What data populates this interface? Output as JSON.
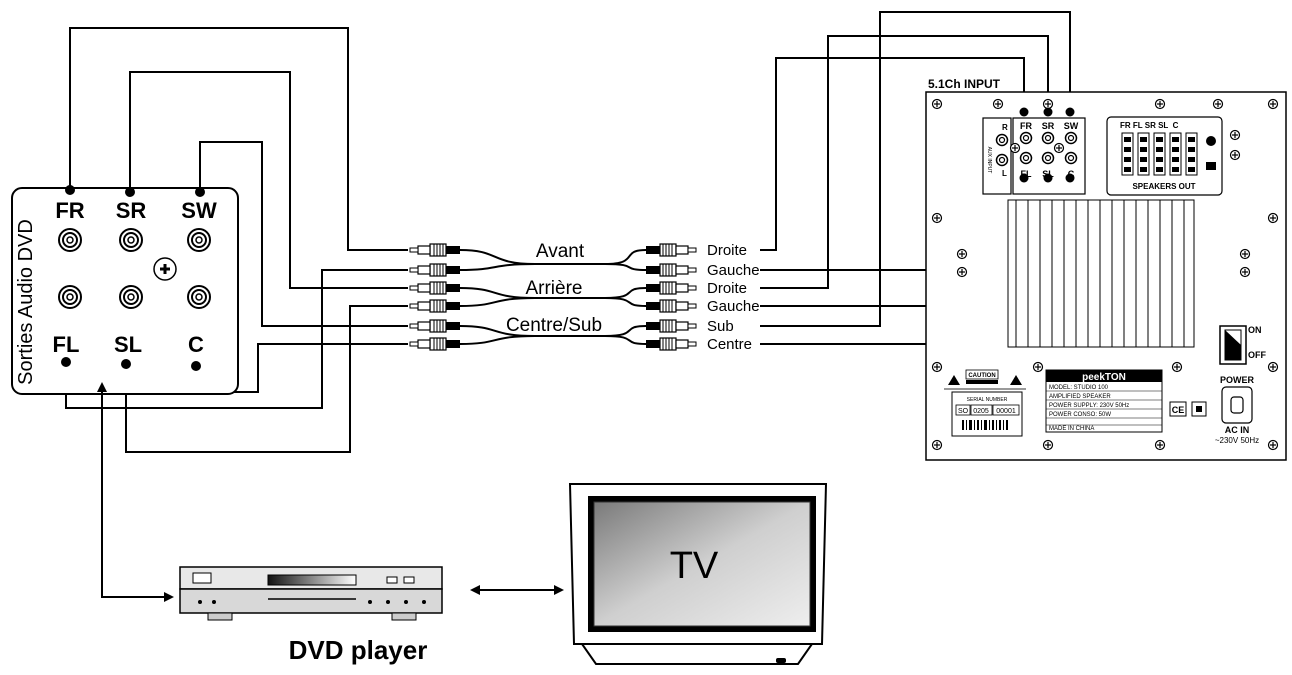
{
  "dvd_outputs": {
    "title": "Sorties Audio DVD",
    "labels": {
      "fr": "FR",
      "sr": "SR",
      "sw": "SW",
      "fl": "FL",
      "sl": "SL",
      "c": "C"
    }
  },
  "cable_groups": {
    "avant": "Avant",
    "arriere": "Arrière",
    "centre_sub": "Centre/Sub"
  },
  "cable_ends": [
    "Droite",
    "Gauche",
    "Droite",
    "Gauche",
    "Sub",
    "Centre"
  ],
  "amp": {
    "input_title": "5.1Ch INPUT",
    "aux_r": "R",
    "aux_l": "L",
    "aux_label": "AUX INPUT",
    "input_labels": {
      "fr": "FR",
      "sr": "SR",
      "sw": "SW",
      "fl": "FL",
      "sl": "SL",
      "c": "C"
    },
    "speakers_out_cols": "FR FL SR SL  C",
    "speakers_out": "SPEAKERS OUT",
    "switch_on": "ON",
    "switch_off": "OFF",
    "power": "POWER",
    "ac_in": "AC IN",
    "ac_voltage": "~230V 50Hz",
    "caution": "CAUTION",
    "brand": "peekTON",
    "plate_lines": [
      "MODEL: STUDIO 100",
      "AMPLIFIED SPEAKER",
      "POWER SUPPLY: 230V 50Hz",
      "POWER CONSO: 50W",
      "MADE IN CHINA"
    ],
    "serial_label": "SERIAL NUMBER",
    "serial_parts": [
      "SO",
      "0205",
      "00001"
    ],
    "ce": "CE"
  },
  "tv": {
    "label": "TV"
  },
  "dvd_player": {
    "label": "DVD player"
  }
}
